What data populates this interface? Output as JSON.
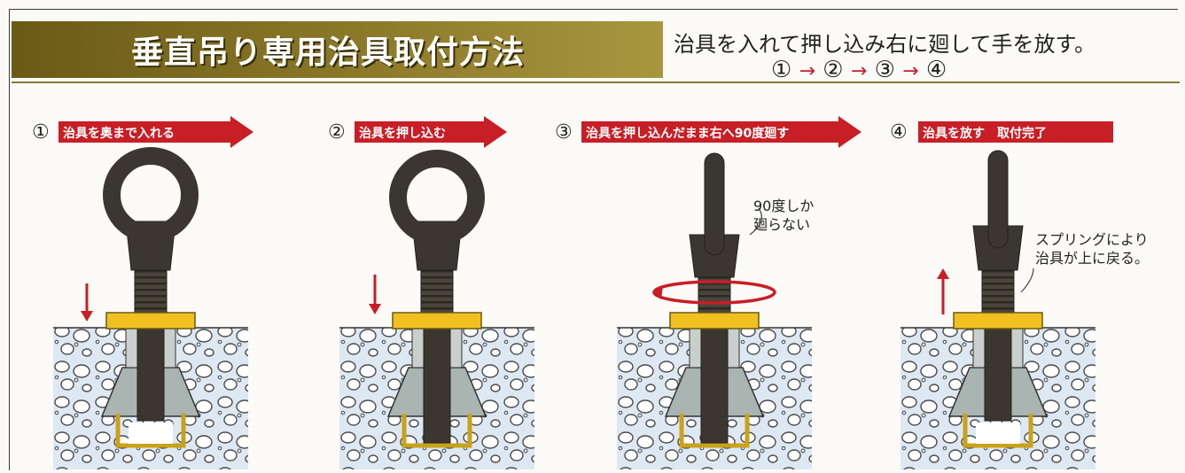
{
  "title": "垂直吊り専用治具取付方法",
  "instruction": "治具を入れて押し込み右に廻して手を放す。",
  "sequence": {
    "n1": "①",
    "n2": "②",
    "n3": "③",
    "n4": "④",
    "arrow": "→"
  },
  "steps": [
    {
      "number": "①",
      "label": "治具を奥まで入れる"
    },
    {
      "number": "②",
      "label": "治具を押し込む"
    },
    {
      "number": "③",
      "label": "治具を押し込んだまま右へ90度廻す"
    },
    {
      "number": "④",
      "label": "治具を放す　取付完了"
    }
  ],
  "notes": {
    "rotation_line1": "90度しか",
    "rotation_line2": "廻らない",
    "spring_line1": "スプリングにより",
    "spring_line2": "治具が上に戻る。"
  },
  "colors": {
    "accent_red": "#c81e26",
    "title_band": "#7d6b22",
    "collar": "#f0c020",
    "tool": "#3b3730"
  }
}
